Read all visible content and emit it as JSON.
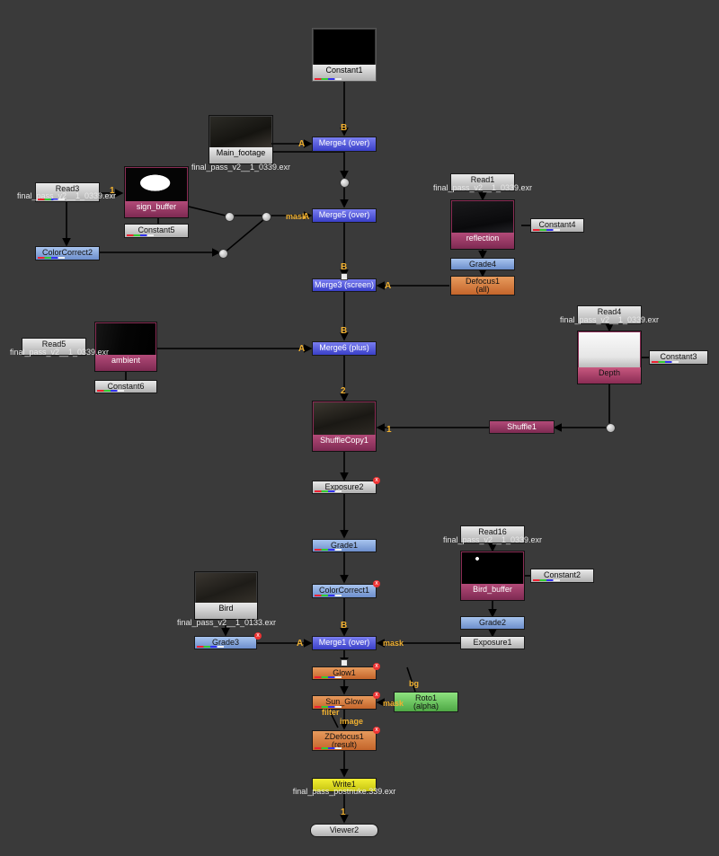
{
  "nodes": {
    "constant1": "Constant1",
    "main_footage": "Main_footage",
    "main_footage_file": "final_pass_v2__1_0339.exr",
    "merge4": "Merge4 (over)",
    "read3": "Read3",
    "read3_file": "final_pass_v2__1_0339.exr",
    "sign_buffer": "sign_buffer",
    "constant5": "Constant5",
    "merge5": "Merge5 (over)",
    "colorcorrect2": "ColorCorrect2",
    "read1": "Read1",
    "read1_file": "final_pass_v2__1_0339.exr",
    "reflection": "reflection",
    "constant4": "Constant4",
    "grade4": "Grade4",
    "defocus1": "Defocus1",
    "defocus1_sub": "(all)",
    "merge3": "Merge3 (screen)",
    "read5": "Read5",
    "read5_file": "final_pass_v2__1_0339.exr",
    "ambient": "ambient",
    "constant6": "Constant6",
    "merge6": "Merge6 (plus)",
    "read4": "Read4",
    "read4_file": "final_pass_v2__1_0339.exr",
    "depth": "Depth",
    "constant3": "Constant3",
    "shufflecopy1": "ShuffleCopy1",
    "shuffle1": "Shuffle1",
    "exposure2": "Exposure2",
    "grade1": "Grade1",
    "colorcorrect1": "ColorCorrect1",
    "read16": "Read16",
    "read16_file": "final_pass_v2__1_0339.exr",
    "bird_buffer": "Bird_buffer",
    "constant2": "Constant2",
    "grade2": "Grade2",
    "exposure1": "Exposure1",
    "bird": "Bird",
    "bird_file": "final_pass_v2__1_0133.exr",
    "grade3": "Grade3",
    "merge1": "Merge1 (over)",
    "glow1": "Glow1",
    "sun_glow": "Sun_Glow",
    "roto1": "Roto1",
    "roto1_sub": "(alpha)",
    "zdefocus1": "ZDefocus1",
    "zdefocus1_sub": "(result)",
    "write1": "Write1",
    "write1_file": "final_pass_postnuke.339.exr",
    "viewer2": "Viewer2"
  },
  "inputs": {
    "b": "B",
    "a": "A",
    "mask": "mask",
    "one": "1",
    "two": "2",
    "bg": "bg",
    "filter": "filter",
    "image": "image"
  },
  "error_mark": "x",
  "colors": {
    "background": "#3a3a3a",
    "merge": "#4a50d8",
    "grade": "#8aa8e0",
    "filter": "#d8813f",
    "read_thumb": "#8a2c54",
    "roto": "#6bc460",
    "write": "#e0dc20",
    "input_label": "#f0b030"
  }
}
